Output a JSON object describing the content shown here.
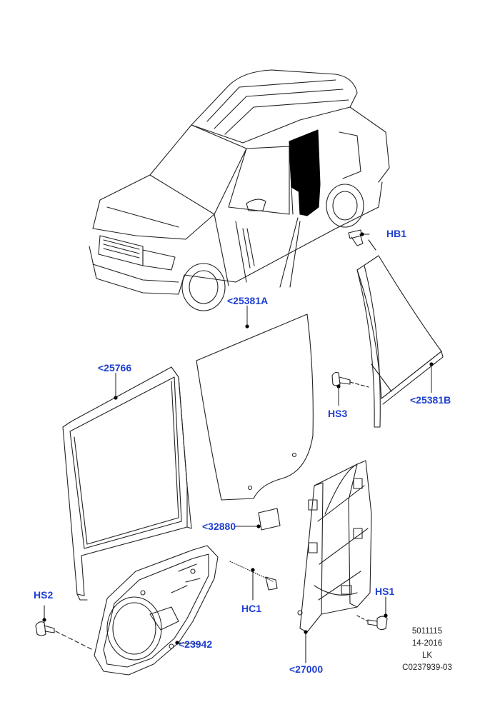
{
  "callouts": {
    "hb1": "HB1",
    "glass_main": "<25381A",
    "run_channel": "<25766",
    "quarter_glass": "<25381B",
    "hs3": "HS3",
    "pad": "<32880",
    "hc1": "HC1",
    "hs2": "HS2",
    "hs1": "HS1",
    "carrier": "<23942",
    "regulator": "<27000"
  },
  "reference": {
    "line1": "5011115",
    "line2": "14-2016",
    "line3": "LK",
    "line4": "C0237939-03"
  },
  "colors": {
    "callout": "#1f3fd1",
    "line": "#222222",
    "highlight": "#000000"
  }
}
